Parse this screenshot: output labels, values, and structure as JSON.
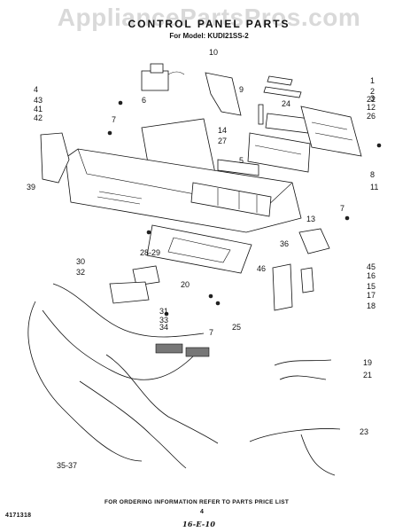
{
  "watermark": "AppliancePartsPros.com",
  "title": "CONTROL PANEL PARTS",
  "subtitle": "For Model: KUDI21SS-2",
  "callouts": [
    "1",
    "2",
    "3",
    "4",
    "5",
    "6",
    "7",
    "7",
    "7",
    "8",
    "9",
    "10",
    "11",
    "12",
    "13",
    "14",
    "15",
    "16",
    "17",
    "18",
    "19",
    "20",
    "21",
    "22",
    "23",
    "24",
    "25",
    "26",
    "27",
    "28-29",
    "30",
    "31",
    "32",
    "33",
    "34",
    "35-37",
    "36",
    "39",
    "41",
    "42",
    "43",
    "45",
    "46"
  ],
  "footer": {
    "ordering_note": "FOR ORDERING INFORMATION REFER TO PARTS PRICE LIST",
    "doc_number": "4171318",
    "page_number": "4",
    "handwritten_date": "16-E-10"
  }
}
